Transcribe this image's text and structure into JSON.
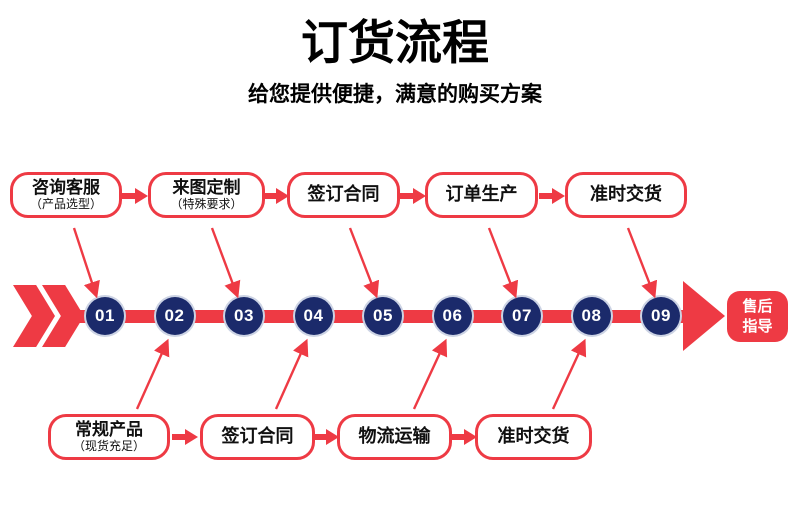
{
  "page": {
    "title": "订货流程",
    "subtitle": "给您提供便捷，满意的购买方案"
  },
  "colors": {
    "accent_red": "#ee3a44",
    "navy": "#1b2a6b",
    "text_black": "#101010",
    "white": "#ffffff"
  },
  "top_flow": {
    "steps": [
      {
        "label": "咨询客服",
        "sublabel": "（产品选型）"
      },
      {
        "label": "来图定制",
        "sublabel": "（特殊要求）"
      },
      {
        "label": "签订合同",
        "sublabel": ""
      },
      {
        "label": "订单生产",
        "sublabel": ""
      },
      {
        "label": "准时交货",
        "sublabel": ""
      }
    ]
  },
  "timeline": {
    "numbers": [
      "01",
      "02",
      "03",
      "04",
      "05",
      "06",
      "07",
      "08",
      "09"
    ]
  },
  "bottom_flow": {
    "steps": [
      {
        "label": "常规产品",
        "sublabel": "（现货充足）"
      },
      {
        "label": "签订合同",
        "sublabel": ""
      },
      {
        "label": "物流运输",
        "sublabel": ""
      },
      {
        "label": "准时交货",
        "sublabel": ""
      }
    ]
  },
  "after_sale": {
    "lines": [
      "售后",
      "指导"
    ]
  }
}
